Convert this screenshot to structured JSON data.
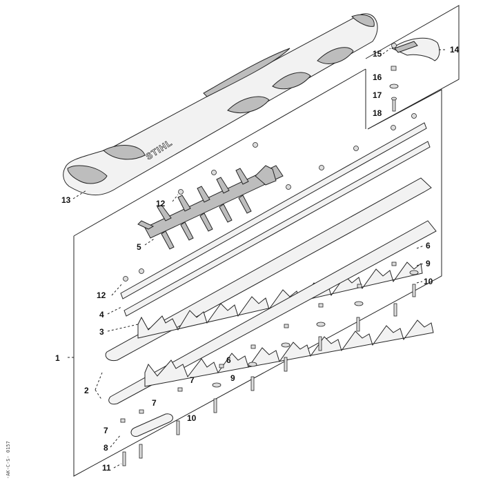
{
  "diagram": {
    "brand_text": "STIHL",
    "side_code": "-AK-C-S- 0157",
    "callouts": [
      {
        "key": "c13",
        "text": "13"
      },
      {
        "key": "c14",
        "text": "14"
      },
      {
        "key": "c15",
        "text": "15"
      },
      {
        "key": "c16",
        "text": "16"
      },
      {
        "key": "c17",
        "text": "17"
      },
      {
        "key": "c18",
        "text": "18"
      },
      {
        "key": "c12a",
        "text": "12"
      },
      {
        "key": "c5",
        "text": "5"
      },
      {
        "key": "c12b",
        "text": "12"
      },
      {
        "key": "c4",
        "text": "4"
      },
      {
        "key": "c3",
        "text": "3"
      },
      {
        "key": "c1",
        "text": "1"
      },
      {
        "key": "c2",
        "text": "2"
      },
      {
        "key": "c6a",
        "text": "6"
      },
      {
        "key": "c9a",
        "text": "9"
      },
      {
        "key": "c10a",
        "text": "10"
      },
      {
        "key": "c6b",
        "text": "6"
      },
      {
        "key": "c9b",
        "text": "9"
      },
      {
        "key": "c7a",
        "text": "7"
      },
      {
        "key": "c7b",
        "text": "7"
      },
      {
        "key": "c7c",
        "text": "7"
      },
      {
        "key": "c10b",
        "text": "10"
      },
      {
        "key": "c8",
        "text": "8"
      },
      {
        "key": "c11",
        "text": "11"
      }
    ]
  }
}
